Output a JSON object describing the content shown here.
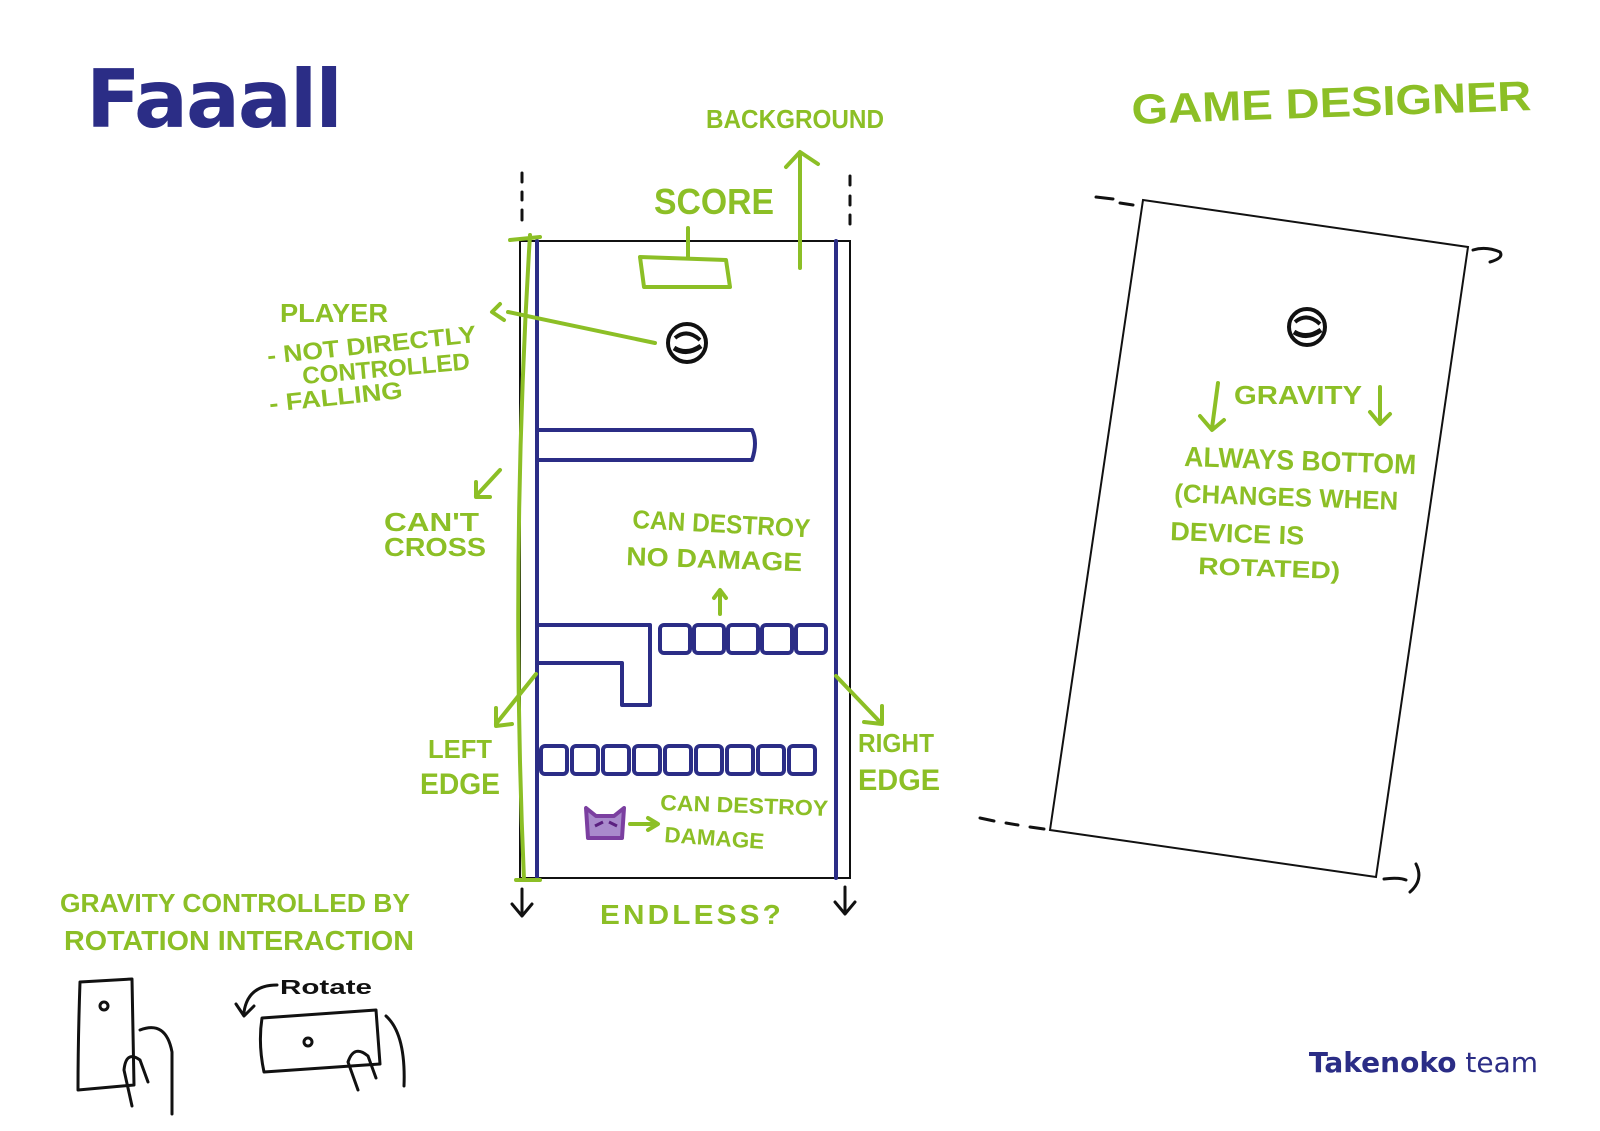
{
  "title": "Faaall",
  "team": {
    "name": "Takenoko",
    "suffix": "team"
  },
  "labels": {
    "background": "Background",
    "score": "Score",
    "player": "Player",
    "player_note1": "- not directly",
    "player_note1b": "controlled",
    "player_note2": "- falling",
    "cant_cross_1": "Can't",
    "cant_cross_2": "cross",
    "can_destroy_no_damage_1": "Can destroy",
    "can_destroy_no_damage_2": "no damage",
    "left_edge_1": "Left",
    "left_edge_2": "edge",
    "right_edge_1": "Right",
    "right_edge_2": "edge",
    "can_destroy_damage_1": "Can destroy",
    "can_destroy_damage_2": "damage",
    "endless": "Endless?",
    "game_designer": "Game Designer",
    "gravity": "Gravity",
    "always_bottom_1": "Always bottom",
    "always_bottom_2": "(changes when",
    "always_bottom_3": "device is",
    "always_bottom_4": "rotated)",
    "gravity_controlled_1": "Gravity controlled by",
    "gravity_controlled_2": "rotation interaction",
    "rotate": "Rotate"
  },
  "colors": {
    "title": "#2b2d86",
    "sketch_green": "#8cbf26",
    "wall_navy": "#2b2d86",
    "enemy_purple": "#7b3fa0",
    "ink": "#111111"
  },
  "icons": [
    "player-face-icon",
    "enemy-cat-icon",
    "phone-portrait-icon",
    "phone-landscape-icon",
    "rotate-arrow-icon"
  ]
}
